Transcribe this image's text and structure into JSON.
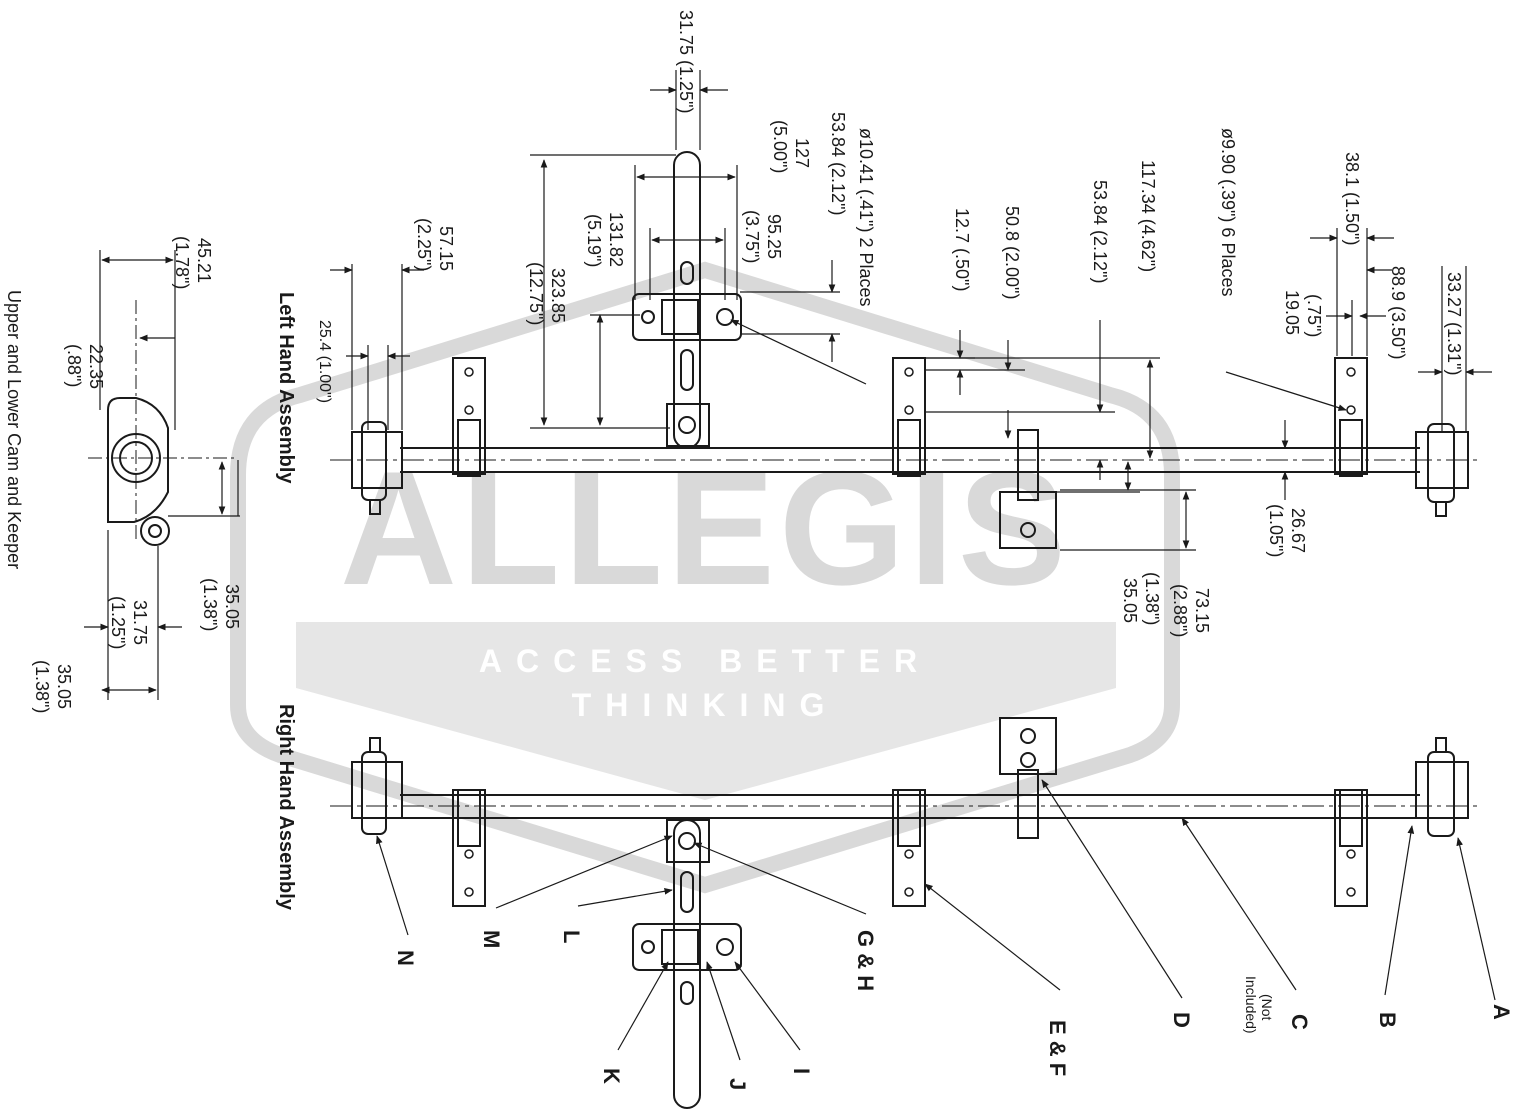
{
  "watermark": {
    "brand": "ALLEGIS",
    "tagline_1": "ACCESS BETTER",
    "tagline_2": "THINKING",
    "color": "#d9d9d9"
  },
  "colors": {
    "ink": "#1a1a1a",
    "paper": "#ffffff"
  },
  "section_titles": {
    "left_hand": "Left Hand Assembly",
    "right_hand": "Right Hand Assembly",
    "cam_keeper": "Upper and Lower Cam and Keeper"
  },
  "dimensions": {
    "d31_75_top": "31.75 (1.25\")",
    "d323_85": "323.85",
    "d323_85_in": "(12.75\")",
    "d131_82": "131.82",
    "d131_82_in": "(5.19\")",
    "d127": "127",
    "d127_in": "(5.00\")",
    "d95_25": "95.25",
    "d95_25_in": "(3.75\")",
    "d53_84_a": "53.84 (2.12\")",
    "d10_41": "ø10.41 (.41\") 2 Places",
    "d57_15": "57.15",
    "d57_15_in": "(2.25\")",
    "d25_4": "25.4 (1.00\")",
    "d12_7": "12.7 (.50\")",
    "d50_8": "50.8 (2.00\")",
    "d53_84_b": "53.84 (2.12\")",
    "d117_34": "117.34 (4.62\")",
    "d9_90": "ø9.90 (.39\") 6 Places",
    "d38_1": "38.1 (1.50\")",
    "d88_9": "88.9 (3.50\")",
    "d19_05": "19.05",
    "d19_05_in": "(.75\")",
    "d33_27": "33.27 (1.31\")",
    "d26_67": "26.67",
    "d26_67_in": "(1.05\")",
    "d35_05_b": "35.05",
    "d35_05_b_in": "(1.38\")",
    "d73_15": "73.15",
    "d73_15_in": "(2.88\")",
    "d45_21": "45.21",
    "d45_21_in": "(1.78\")",
    "d22_35": "22.35",
    "d22_35_in": "(.88\")",
    "d35_05_a": "35.05",
    "d35_05_a_in": "(1.38\")",
    "d31_75_cam": "31.75",
    "d31_75_cam_in": "(1.25\")",
    "d35_05_c": "35.05",
    "d35_05_c_in": "(1.38\")"
  },
  "callouts": {
    "A": "A",
    "B": "B",
    "C": "C",
    "C_note_1": "(Not",
    "C_note_2": "Included)",
    "D": "D",
    "EF": "E & F",
    "GH": "G & H",
    "I": "I",
    "J": "J",
    "K": "K",
    "L": "L",
    "M": "M",
    "N": "N"
  }
}
